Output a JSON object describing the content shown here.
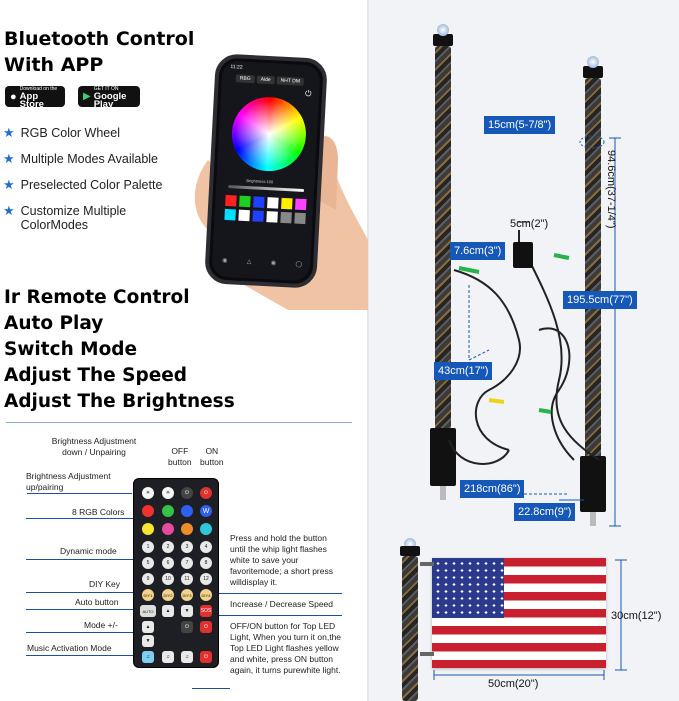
{
  "left_panel": {
    "title": "Bluetooth Control\nWith APP",
    "app_store": {
      "small": "Download on the",
      "big": "App Store"
    },
    "google_play": {
      "small": "GET IT ON",
      "big": "Google Play"
    },
    "features": [
      "RGB Color Wheel",
      "Multiple Modes Available",
      "Preselected Color Palette",
      "Customize Multiple ColorModes"
    ],
    "remote_features": [
      "Ir Remote Control",
      "Auto Play",
      "Switch Mode",
      "Adjust The Speed",
      "Adjust The Brightness"
    ]
  },
  "phone": {
    "time": "11:22",
    "tabs": [
      "RBG",
      "Aide",
      "NHT DM"
    ],
    "brightness_text": "Brightness:100",
    "palette": [
      "#ff2020",
      "#20d020",
      "#2040ff",
      "#ffffff",
      "#ffee00",
      "#ff40ff",
      "#00e0ff",
      "#ffffff",
      "#2040ff",
      "#ffffff",
      "#888888",
      "#888888"
    ]
  },
  "remote_labels": {
    "brightness_down": "Brightness Adjustment\ndown / Unpairing",
    "off_button": "OFF\nbutton",
    "on_button": "ON\nbutton",
    "brightness_up": "Brightness Adjustment\nup/pairing",
    "rgb_colors": "8 RGB Colors",
    "dynamic_mode": "Dynamic mode",
    "diy_key": "DIY Key",
    "auto_button": "Auto button",
    "mode": "Mode +/-",
    "music": "Music Activation Mode",
    "press_hold": "Press and hold the button until the whip light flashes white to save your favoritemode; a short press willdisplay it.",
    "speed": "Increase / Decrease Speed",
    "top_led": "OFF/ON button for Top LED Light, When you turn it on,the Top LED Light flashes yellow and white, press ON button again, it turns purewhite light."
  },
  "remote_buttons": {
    "numbers": [
      "1",
      "2",
      "3",
      "4",
      "5",
      "6",
      "7",
      "8",
      "9",
      "10",
      "11",
      "12"
    ],
    "diy": [
      "DIY1",
      "DIY2",
      "DIY3",
      "DIY4"
    ],
    "auto": "AUTO",
    "sos": "SOS",
    "w": "W"
  },
  "dimensions": {
    "d15": "15cm(5-7/8\")",
    "d94": "94.6cm(37-1/4\")",
    "d5": "5cm(2\")",
    "d7": "7.6cm(3\")",
    "d195": "195.5cm(77\")",
    "d43": "43cm(17\")",
    "d218": "218cm(86\")",
    "d22": "22.8cm(9\")",
    "d30": "30cm(12\")",
    "d50": "50cm(20\")"
  },
  "colors": {
    "accent_blue": "#1558b8",
    "star_blue": "#1f6fd1",
    "right_bg": "#f1f3f6"
  }
}
